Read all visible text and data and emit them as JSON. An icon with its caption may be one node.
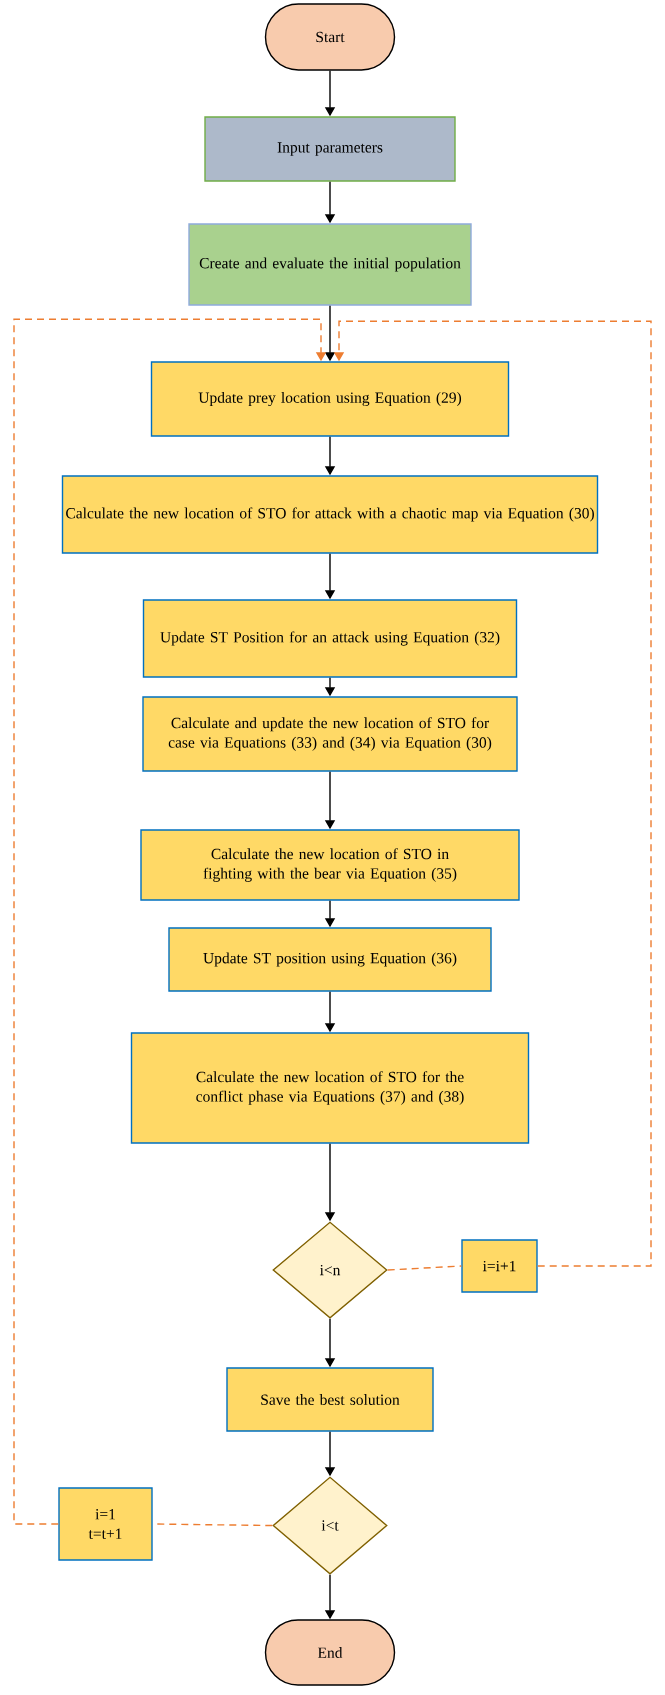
{
  "diagram": {
    "nodes": [
      {
        "text": [
          "Start"
        ]
      },
      {
        "text": [
          "Input parameters"
        ]
      },
      {
        "text": [
          "Create and evaluate the initial population"
        ]
      },
      {
        "text": [
          "Update prey location using Equation (29)"
        ]
      },
      {
        "text": [
          "Calculate the new location of STO for attack with a chaotic map via Equation (30)"
        ]
      },
      {
        "text": [
          "Update ST Position for an attack using Equation (32)"
        ]
      },
      {
        "text": [
          "Calculate and update the new location of STO for case via Equations (33) and (34) via Equation (30)"
        ]
      },
      {
        "text": [
          "Calculate the new location of STO in fighting with the bear via Equation (35)"
        ]
      },
      {
        "text": [
          "Update ST position using Equation (36)"
        ]
      },
      {
        "text": [
          "Calculate the new location of STO for the conflict phase via Equations (37) and (38)"
        ]
      },
      {
        "text": [
          "i<n"
        ]
      },
      {
        "text": [
          "i=i+1"
        ]
      },
      {
        "text": [
          "Save the best solution"
        ]
      },
      {
        "text": [
          "i=1 t=t+1"
        ]
      },
      {
        "text": [
          "i<t"
        ]
      },
      {
        "text": [
          "End"
        ]
      }
    ],
    "edges": [
      {
        "from": 0,
        "to": 1,
        "arrow": "to"
      },
      {
        "from": 1,
        "to": 2,
        "arrow": "to"
      },
      {
        "from": 2,
        "to": 3,
        "arrow": "to"
      },
      {
        "from": 3,
        "to": 4,
        "arrow": "to"
      },
      {
        "from": 4,
        "to": 5,
        "arrow": "to"
      },
      {
        "from": 5,
        "to": 6,
        "arrow": "to"
      },
      {
        "from": 6,
        "to": 7,
        "arrow": "to"
      },
      {
        "from": 7,
        "to": 8,
        "arrow": "to"
      },
      {
        "from": 8,
        "to": 9,
        "arrow": "to"
      },
      {
        "from": 9,
        "to": 10,
        "arrow": "to"
      },
      {
        "from": 10,
        "to": 12,
        "arrow": "to"
      },
      {
        "from": 12,
        "to": 14,
        "arrow": "to"
      },
      {
        "from": 14,
        "to": 15,
        "arrow": "to"
      },
      {
        "from": 10,
        "to": 11,
        "arrow": "none",
        "style": "dashed",
        "color": "#ed7d31"
      },
      {
        "from": 11,
        "to": 3,
        "arrow": "to",
        "style": "dashed",
        "color": "#ed7d31"
      },
      {
        "from": 14,
        "to": 13,
        "arrow": "none",
        "style": "dashed",
        "color": "#ed7d31"
      },
      {
        "from": 13,
        "to": 3,
        "arrow": "to",
        "style": "dashed",
        "color": "#ed7d31"
      }
    ]
  }
}
